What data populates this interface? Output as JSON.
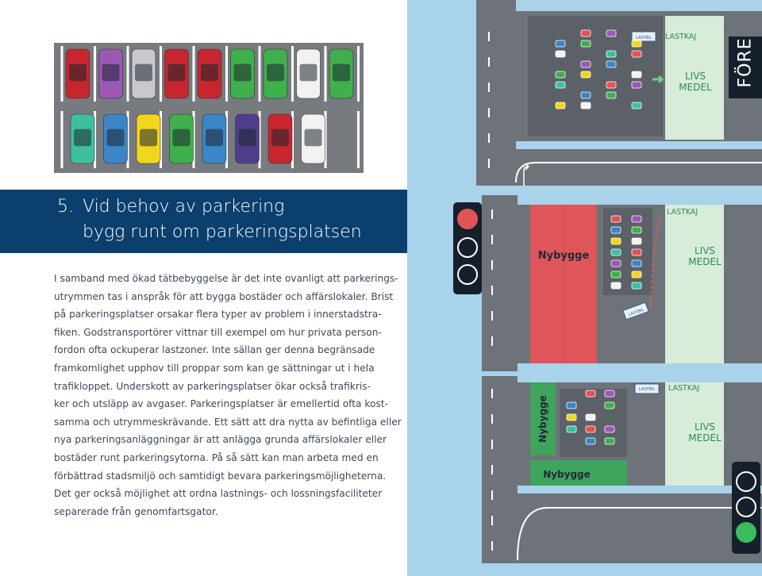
{
  "title": {
    "number": "5.",
    "line1": "Vid behov av parkering",
    "line2": "bygg runt om parkeringsplatsen"
  },
  "body_lines": [
    "I samband med ökad tätbebyggelse är det inte ovanligt att parkerings-",
    "utrymmen tas i anspråk för att bygga bostäder och affärslokaler. Brist",
    "på parkeringsplatser orsakar flera typer av problem i innerstadstra-",
    "fiken. Godstransportörer vittnar till exempel om hur privata person-",
    "fordon ofta ockuperar lastzoner. Inte sällan ger denna begränsade",
    "framkomlighet upphov till proppar som kan ge sättningar ut i hela",
    "trafikloppet. Underskott av parkeringsplatser ökar också trafikris-",
    "ker och utsläpp av avgaser. Parkeringsplatser är emellertid ofta kost-",
    "samma och utrymmeskrävande. Ett sätt att dra nytta av befintliga eller",
    "nya parkeringsanläggningar är att anlägga grunda affärslokaler eller",
    "bostäder runt parkeringsytorna. På så sätt kan man arbeta med en",
    "förbättrad stadsmiljö och samtidigt bevara parkeringsmöjligheterna.",
    "Det ger också möjlighet att ordna lastnings- och lossningsfaciliteter",
    "separerade från genomfartsgator."
  ],
  "fore_label": "FÖRE",
  "diagram_labels": {
    "lastkaj": "LASTKAJ",
    "lastbil": "LASTBIL",
    "livs": "LIVS",
    "medel": "MEDEL",
    "nybygge": "Nybygge"
  },
  "traffic_lights": {
    "middle": "red-top",
    "bottom": "green-bottom"
  },
  "colors": {
    "title_band": "#0b3f6d",
    "panel_bg": "#a9d3ea",
    "road": "#6e737a",
    "store": "#d7ecd9",
    "nybygge_red": "#e0555a",
    "nybygge_green": "#3fa45c",
    "light_red": "#e05454",
    "light_green": "#3cbc5a"
  }
}
